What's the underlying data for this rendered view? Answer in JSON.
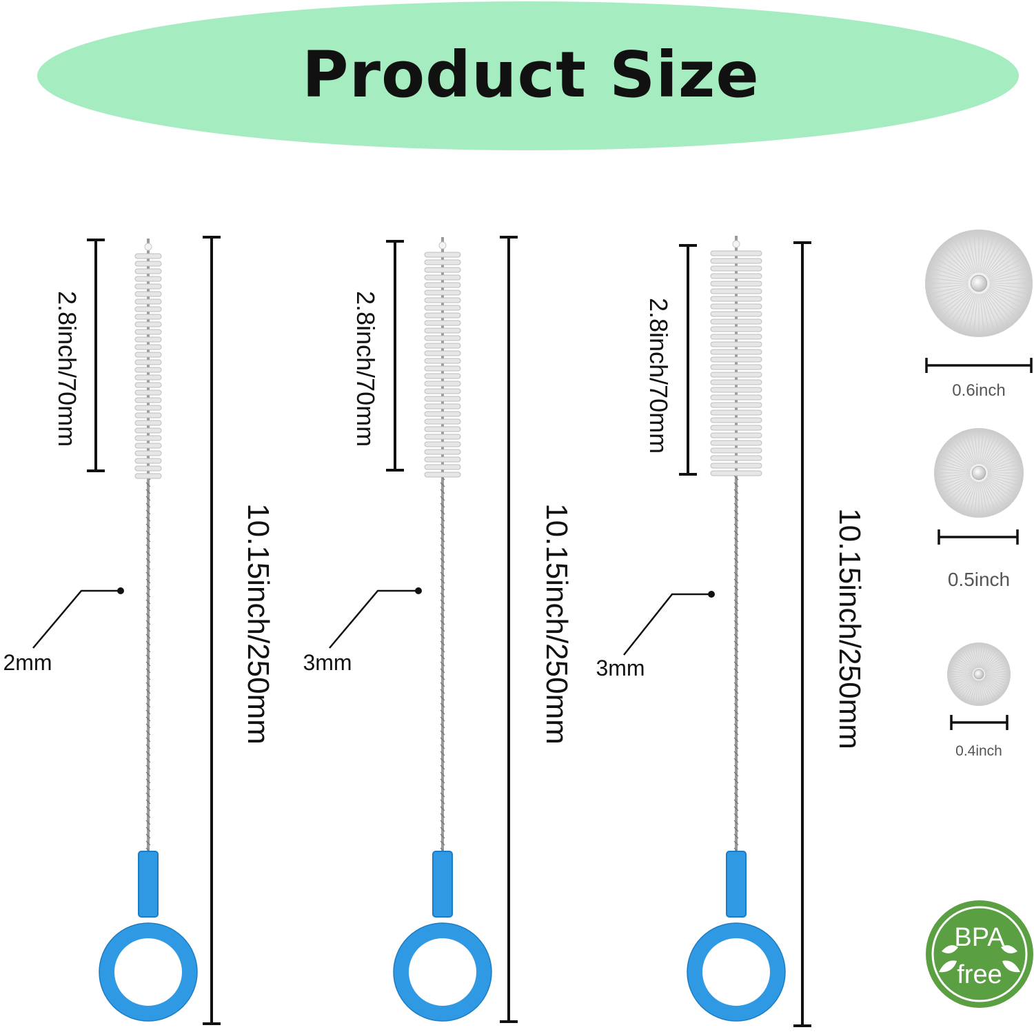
{
  "header": {
    "title": "Product Size",
    "banner_color": "#a6ecc1"
  },
  "colors": {
    "handle": "#2f9ae3",
    "handle_dark": "#1b7cc4",
    "bristle": "#e6e6e6",
    "bristle_shadow": "#bdbdbd",
    "wire": "#9a9a9a",
    "badge": "#5aa043",
    "text": "#111111",
    "grey_text": "#555555"
  },
  "brushes": [
    {
      "name": "brush-2mm",
      "brush_length": "2.8inch/70mm",
      "total_length": "10.15inch/250mm",
      "wire_diameter": "2mm"
    },
    {
      "name": "brush-3mm-a",
      "brush_length": "2.8inch/70mm",
      "total_length": "10.15inch/250mm",
      "wire_diameter": "3mm"
    },
    {
      "name": "brush-3mm-b",
      "brush_length": "2.8inch/70mm",
      "total_length": "10.15inch/250mm",
      "wire_diameter": "3mm"
    }
  ],
  "heads": [
    {
      "label": "0.6inch"
    },
    {
      "label": "0.5inch"
    },
    {
      "label": "0.4inch"
    }
  ],
  "badge": {
    "line1": "BPA",
    "line2": "free"
  }
}
